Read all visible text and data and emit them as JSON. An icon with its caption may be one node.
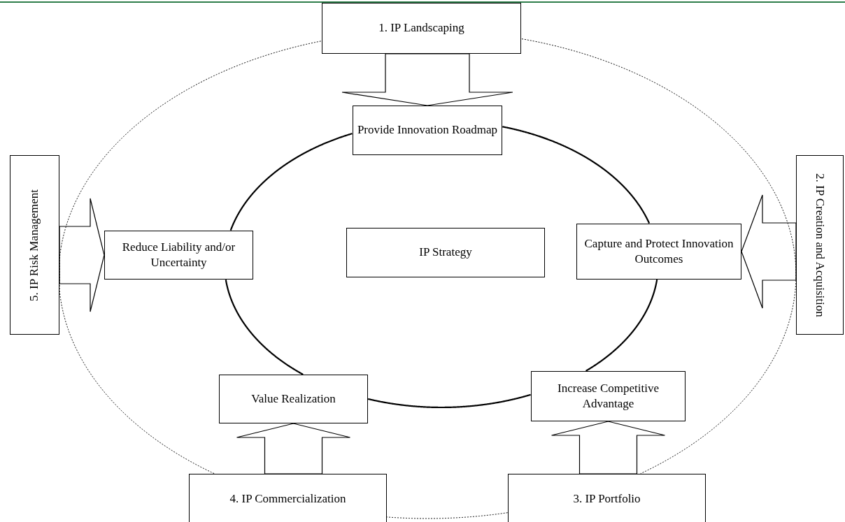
{
  "diagram": {
    "nodes": [
      {
        "text": [
          "IP Strategy"
        ]
      },
      {
        "text": [
          "1. IP Landscaping"
        ]
      },
      {
        "text": [
          "Provide Innovation Roadmap"
        ]
      },
      {
        "text": [
          "5. IP Risk Management"
        ]
      },
      {
        "text": [
          "Reduce Liability and/or Uncertainty"
        ]
      },
      {
        "text": [
          "Capture and Protect Innovation Outcomes"
        ]
      },
      {
        "text": [
          "2. IP Creation and Acquisition"
        ]
      },
      {
        "text": [
          "Value Realization"
        ]
      },
      {
        "text": [
          "Increase Competitive Advantage"
        ]
      },
      {
        "text": [
          "4. IP Commercialization"
        ]
      },
      {
        "text": [
          "3. IP Portfolio"
        ]
      }
    ],
    "edges": [
      {
        "from": 1,
        "to": 2,
        "arrow": "to",
        "style": "thick"
      },
      {
        "from": 6,
        "to": 5,
        "arrow": "to",
        "style": "thick"
      },
      {
        "from": 10,
        "to": 8,
        "arrow": "to",
        "style": "thick"
      },
      {
        "from": 9,
        "to": 7,
        "arrow": "to",
        "style": "thick"
      },
      {
        "from": 3,
        "to": 4,
        "arrow": "to",
        "style": "thick"
      },
      {
        "from": 2,
        "to": 5,
        "arrow": "none"
      },
      {
        "from": 5,
        "to": 8,
        "arrow": "none"
      },
      {
        "from": 8,
        "to": 7,
        "arrow": "none"
      },
      {
        "from": 7,
        "to": 4,
        "arrow": "none"
      },
      {
        "from": 4,
        "to": 2,
        "arrow": "none"
      },
      {
        "from": 1,
        "to": 6,
        "arrow": "none",
        "style": "dashed"
      },
      {
        "from": 6,
        "to": 10,
        "arrow": "none",
        "style": "dashed"
      },
      {
        "from": 10,
        "to": 9,
        "arrow": "none",
        "style": "dashed"
      },
      {
        "from": 9,
        "to": 3,
        "arrow": "none",
        "style": "dashed"
      },
      {
        "from": 3,
        "to": 1,
        "arrow": "none",
        "style": "dashed"
      }
    ]
  }
}
